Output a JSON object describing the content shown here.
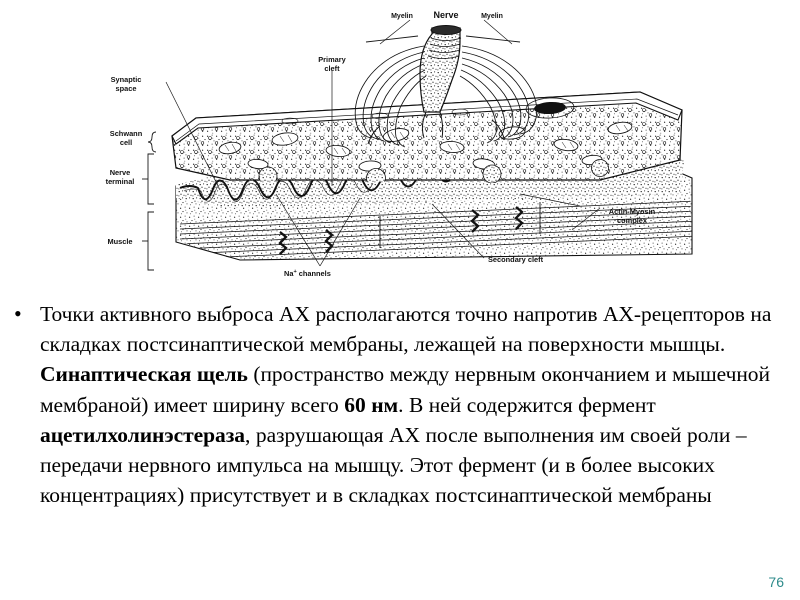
{
  "slide": {
    "background_color": "#ffffff",
    "page_number": "76",
    "page_number_color": "#2e8b8b"
  },
  "figure": {
    "name": "neuromuscular-junction-diagram",
    "alt": "Black and white line drawing of a neuromuscular junction showing nerve, myelin, Schwann cell, nerve terminal, synaptic space, primary and secondary clefts, Na+ channels, muscle and actin-myosin complex",
    "labels": {
      "synaptic_space": "Synaptic\nspace",
      "synaptic_space_l1": "Synaptic",
      "synaptic_space_l2": "space",
      "primary_cleft_l1": "Primary",
      "primary_cleft_l2": "cleft",
      "myelin_left": "Myelin",
      "nerve": "Nerve",
      "myelin_right": "Myelin",
      "schwann_cell_l1": "Schwann",
      "schwann_cell_l2": "cell",
      "nerve_terminal_l1": "Nerve",
      "nerve_terminal_l2": "terminal",
      "muscle": "Muscle",
      "actin_myosin_l1": "Actin-Myosin",
      "actin_myosin_l2": "complex",
      "na_channels": "Na+ channels",
      "na_channels_base": "Na",
      "na_channels_sup": "+",
      "na_channels_rest": " channels",
      "secondary_cleft": "Secondary cleft"
    }
  },
  "content": {
    "bullet_glyph": "•",
    "paragraph": {
      "p1": "Точки активного выброса АХ располагаются точно напротив АХ-рецепторов на складках постсинаптической мембраны, лежащей на поверхности мышцы. ",
      "b1": "Синаптическая щель",
      "p2": " (пространство между нервным окончанием и мышечной мембраной) имеет ширину всего ",
      "b2": "60 нм",
      "p3": ". В ней содержится фермент ",
      "b3": "ацетилхолинэстераза",
      "p4": ", разрушающая АХ после выполнения им своей роли – передачи нервного импульса на мышцу. Этот фермент (и в более высоких концентрациях) присутствует и в складках постсинаптической мембраны"
    }
  }
}
